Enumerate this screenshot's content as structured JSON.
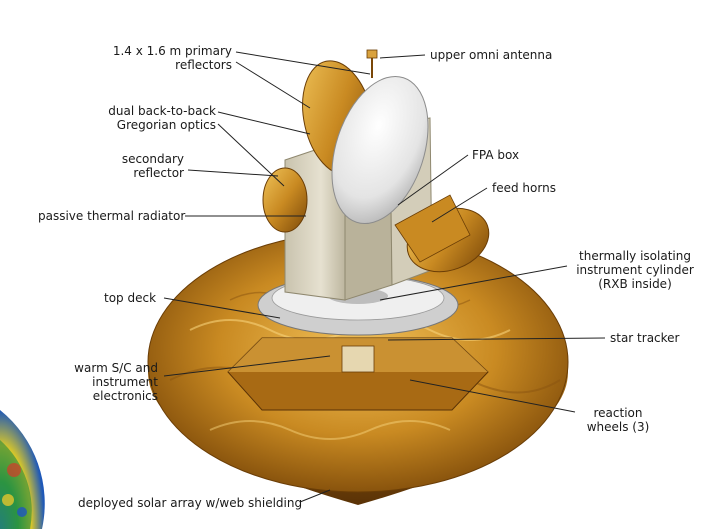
{
  "labels": {
    "primary_reflectors": [
      "1.4 x 1.6 m primary",
      "reflectors"
    ],
    "gregorian_optics": [
      "dual back-to-back",
      "Gregorian optics"
    ],
    "secondary_reflector": [
      "secondary",
      "reflector"
    ],
    "passive_radiator": "passive thermal radiator",
    "top_deck": "top deck",
    "warm_electronics": [
      "warm S/C and",
      "instrument",
      "electronics"
    ],
    "solar_array": "deployed solar array w/web shielding",
    "upper_omni": "upper omni antenna",
    "fpa_box": "FPA box",
    "feed_horns": "feed horns",
    "instrument_cylinder": [
      "thermally isolating",
      "instrument cylinder",
      "(RXB inside)"
    ],
    "star_tracker": "star tracker",
    "reaction_wheels": [
      "reaction",
      "wheels (3)"
    ]
  },
  "icons": {
    "spacecraft": "spacecraft-illustration",
    "cmb_map": "cmb-map-corner"
  },
  "colors": {
    "gold": "#c98a22",
    "gold_dark": "#8a5410",
    "gold_light": "#f0c45a",
    "radiator": "#d9d4c2",
    "reflector": "#e9e9e9",
    "leader": "#222222"
  }
}
